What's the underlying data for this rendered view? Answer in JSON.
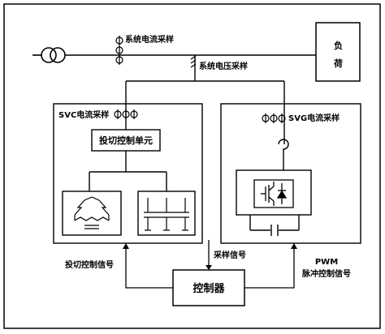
{
  "labels": {
    "system_current_sampling": "系统电流采样",
    "system_voltage_sampling": "系统电压采样",
    "load_line1": "负",
    "load_line2": "荷",
    "svc_current_sampling": "SVC电流采样",
    "svg_current_sampling": "SVG电流采样",
    "switching_control_unit": "投切控制单元",
    "sampling_signal": "采样信号",
    "controller": "控制器",
    "switching_control_signal": "投切控制信号",
    "pwm_line1": "PWM",
    "pwm_line2": "脉冲控制信号"
  }
}
